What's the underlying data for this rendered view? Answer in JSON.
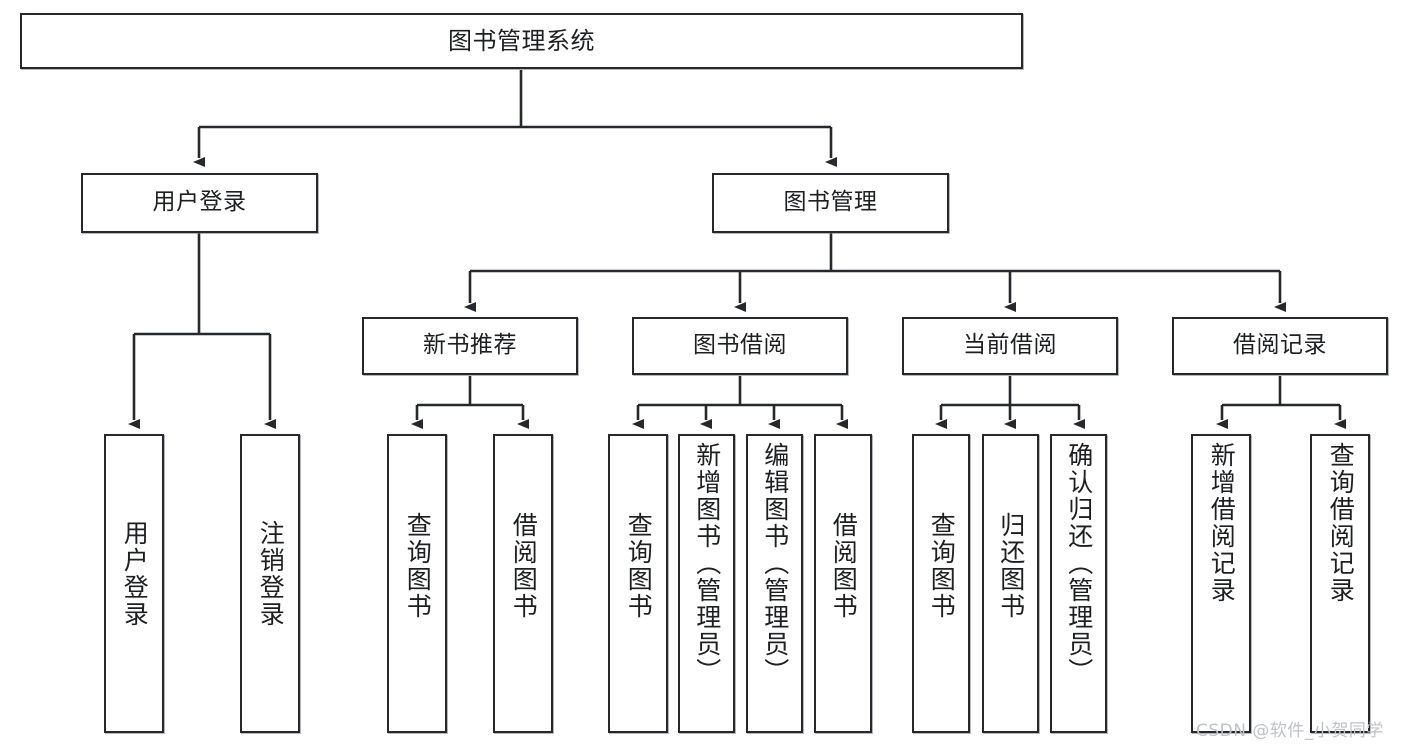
{
  "diagram": {
    "type": "tree",
    "title": "图书管理系统",
    "root": {
      "label": "图书管理系统"
    },
    "level2": [
      {
        "label": "用户登录"
      },
      {
        "label": "图书管理"
      }
    ],
    "level3": [
      {
        "label": "新书推荐"
      },
      {
        "label": "图书借阅"
      },
      {
        "label": "当前借阅"
      },
      {
        "label": "借阅记录"
      }
    ],
    "leaves": {
      "user_login": [
        {
          "label": "用户登录"
        },
        {
          "label": "注销登录"
        }
      ],
      "new_book_recommend": [
        {
          "label": "查询图书"
        },
        {
          "label": "借阅图书"
        }
      ],
      "book_borrow": [
        {
          "label": "查询图书"
        },
        {
          "label": "新增图书（管理员）"
        },
        {
          "label": "编辑图书（管理员）"
        },
        {
          "label": "借阅图书"
        }
      ],
      "current_borrow": [
        {
          "label": "查询图书"
        },
        {
          "label": "归还图书"
        },
        {
          "label": "确认归还（管理员）"
        }
      ],
      "borrow_record": [
        {
          "label": "新增借阅记录"
        },
        {
          "label": "查询借阅记录"
        }
      ]
    }
  },
  "watermark": {
    "text": "CSDN @软件_小贺同学"
  },
  "colors": {
    "stroke": "#26282b",
    "text": "#1d1f21",
    "background": "#ffffff",
    "watermark": "#bfc2c6"
  }
}
